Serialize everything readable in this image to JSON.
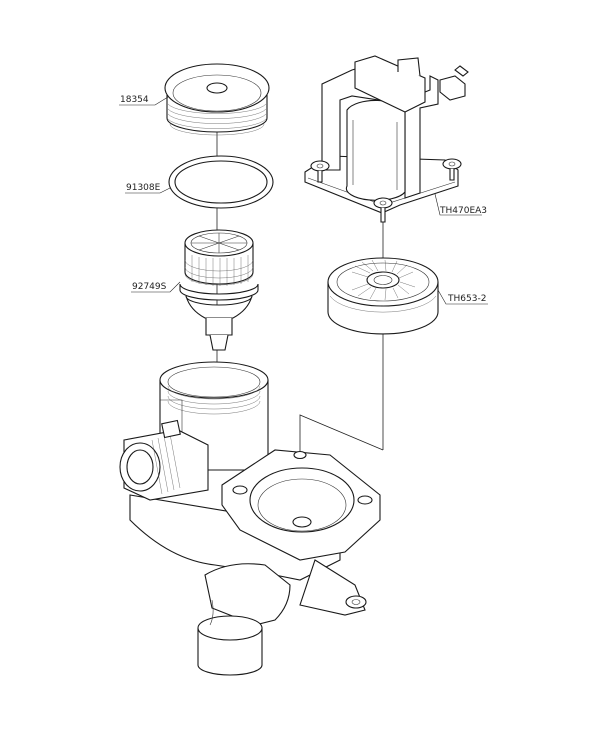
{
  "parts": [
    {
      "id": "cap",
      "label": "18354"
    },
    {
      "id": "oring",
      "label": "91308E"
    },
    {
      "id": "filter",
      "label": "92749S"
    },
    {
      "id": "coil",
      "label": "TH470EA3"
    },
    {
      "id": "armature",
      "label": "TH653-2"
    }
  ],
  "colors": {
    "line": "#1a1a1a",
    "background": "#ffffff"
  }
}
